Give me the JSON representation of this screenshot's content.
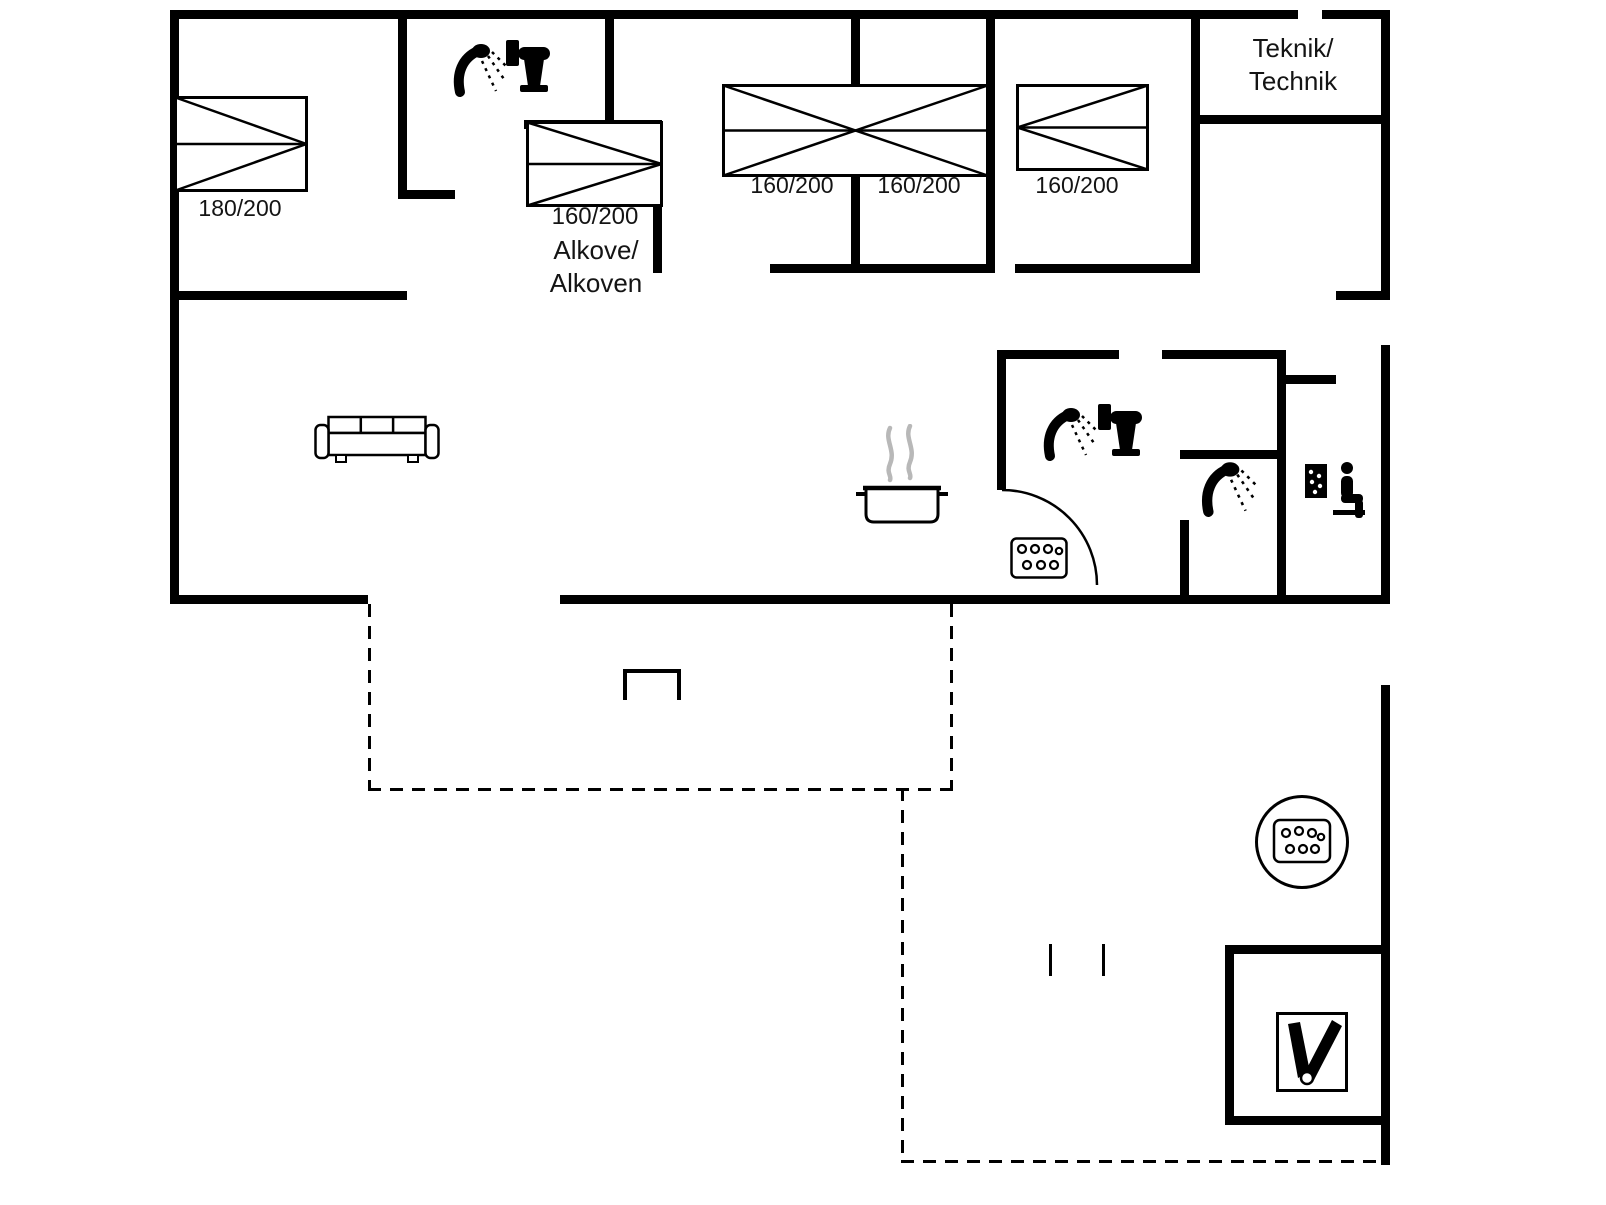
{
  "labels": {
    "bed_master": "180/200",
    "alcove_size": "160/200",
    "alcove_name_1": "Alkove/",
    "alcove_name_2": "Alkoven",
    "double_bed_left": "160/200",
    "double_bed_right": "160/200",
    "bed_right": "160/200",
    "teknik_1": "Teknik/",
    "teknik_2": "Technik"
  },
  "colors": {
    "wall": "#000000",
    "line": "#000000",
    "steam": "#b8b8b8",
    "text": "#141414",
    "background": "#ffffff"
  },
  "icons": {
    "shower_top_bath": "shower-icon",
    "toilet_top_bath": "toilet-icon",
    "bed_master": "single-bed-icon",
    "bed_alcove": "alcove-bed-icon",
    "bed_double": "double-bed-icon",
    "bed_right": "single-bed-icon",
    "sofa": "sofa-icon",
    "cooking_pot": "cooking-pot-steam-icon",
    "hob": "hob-icon",
    "shower_main_bath": "shower-icon",
    "toilet_main_bath": "toilet-icon",
    "shower_cabin": "shower-icon",
    "sauna": "sauna-icon",
    "hot_tub": "hot-tub-icon",
    "stove": "stove-icon",
    "door_swing": "door-swing-arc"
  }
}
